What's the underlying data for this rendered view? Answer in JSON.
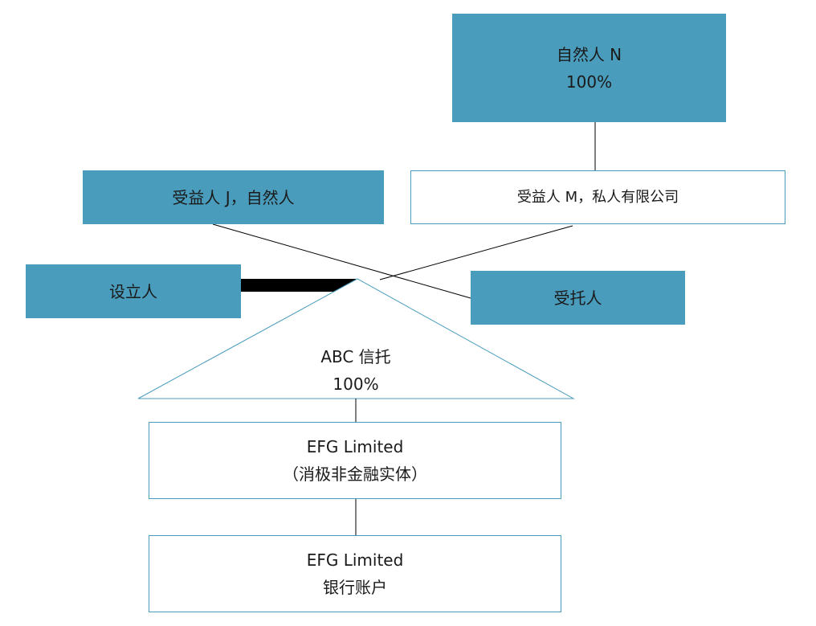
{
  "nodes": {
    "person_n": {
      "name": "自然人 N",
      "pct": "100%"
    },
    "beneficiary_m": {
      "name": "受益人 M，私人有限公司"
    },
    "beneficiary_j": {
      "name": "受益人 J，自然人"
    },
    "settlor": {
      "name": "设立人"
    },
    "trustee": {
      "name": "受托人"
    },
    "trust": {
      "name": "ABC 信托",
      "pct": "100%"
    },
    "efg_entity": {
      "name": "EFG Limited",
      "desc": "（消极非金融实体）"
    },
    "efg_account": {
      "name": "EFG Limited",
      "desc": "银行账户"
    }
  },
  "colors": {
    "box_blue": "#4a9cbc",
    "line": "#000000"
  }
}
